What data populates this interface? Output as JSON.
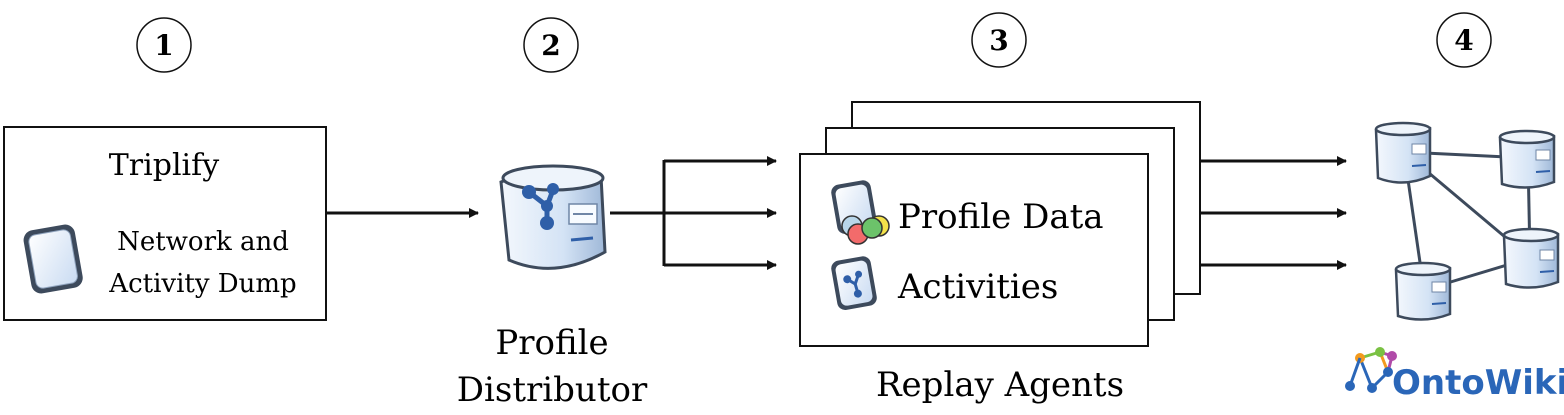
{
  "steps": [
    "1",
    "2",
    "3",
    "4"
  ],
  "triplify": {
    "title": "Triplify",
    "dump_line1": "Network and",
    "dump_line2": "Activity Dump"
  },
  "distributor": {
    "line1": "Profile",
    "line2": "Distributor"
  },
  "replay": {
    "profile_data": "Profile Data",
    "activities": "Activities",
    "caption": "Replay Agents"
  },
  "ontowiki": {
    "logo_text": "OntoWiki"
  },
  "colors": {
    "stroke": "#111111",
    "icon_blue": "#2f5fa8",
    "icon_outline": "#3d4a5c",
    "server_body": "#dce8f6",
    "logo_blue": "#2a66b8",
    "logo_green": "#7ac143",
    "logo_orange": "#f39a1e",
    "logo_purple": "#b04aa8"
  }
}
